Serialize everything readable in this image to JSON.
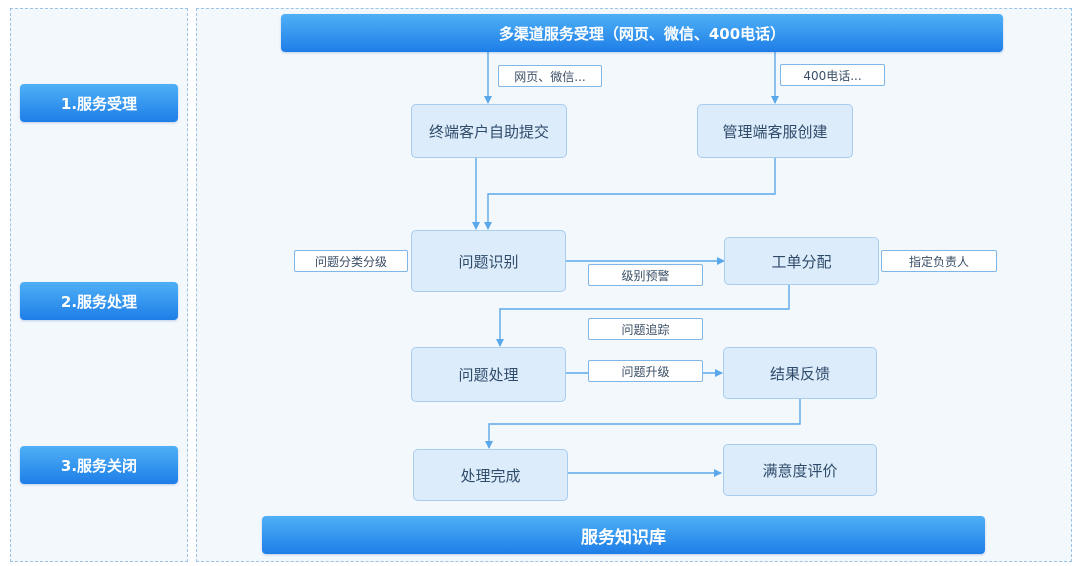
{
  "colors": {
    "accent": "#1e7ee8",
    "node_fill": "#dcecfb",
    "line": "#5aa7ea"
  },
  "header": "多渠道服务受理（网页、微信、400电话）",
  "footer": "服务知识库",
  "stages": [
    "1.服务受理",
    "2.服务处理",
    "3.服务关闭"
  ],
  "nodes": {
    "self_submit": "终端客户自助提交",
    "agent_create": "管理端客服创建",
    "identify": "问题识别",
    "assign": "工单分配",
    "handle": "问题处理",
    "feedback": "结果反馈",
    "complete": "处理完成",
    "rating": "满意度评价"
  },
  "tags": {
    "web": "网页、微信...",
    "phone": "400电话...",
    "classify": "问题分类分级",
    "warning": "级别预警",
    "owner": "指定负责人",
    "track": "问题追踪",
    "escalate": "问题升级"
  }
}
